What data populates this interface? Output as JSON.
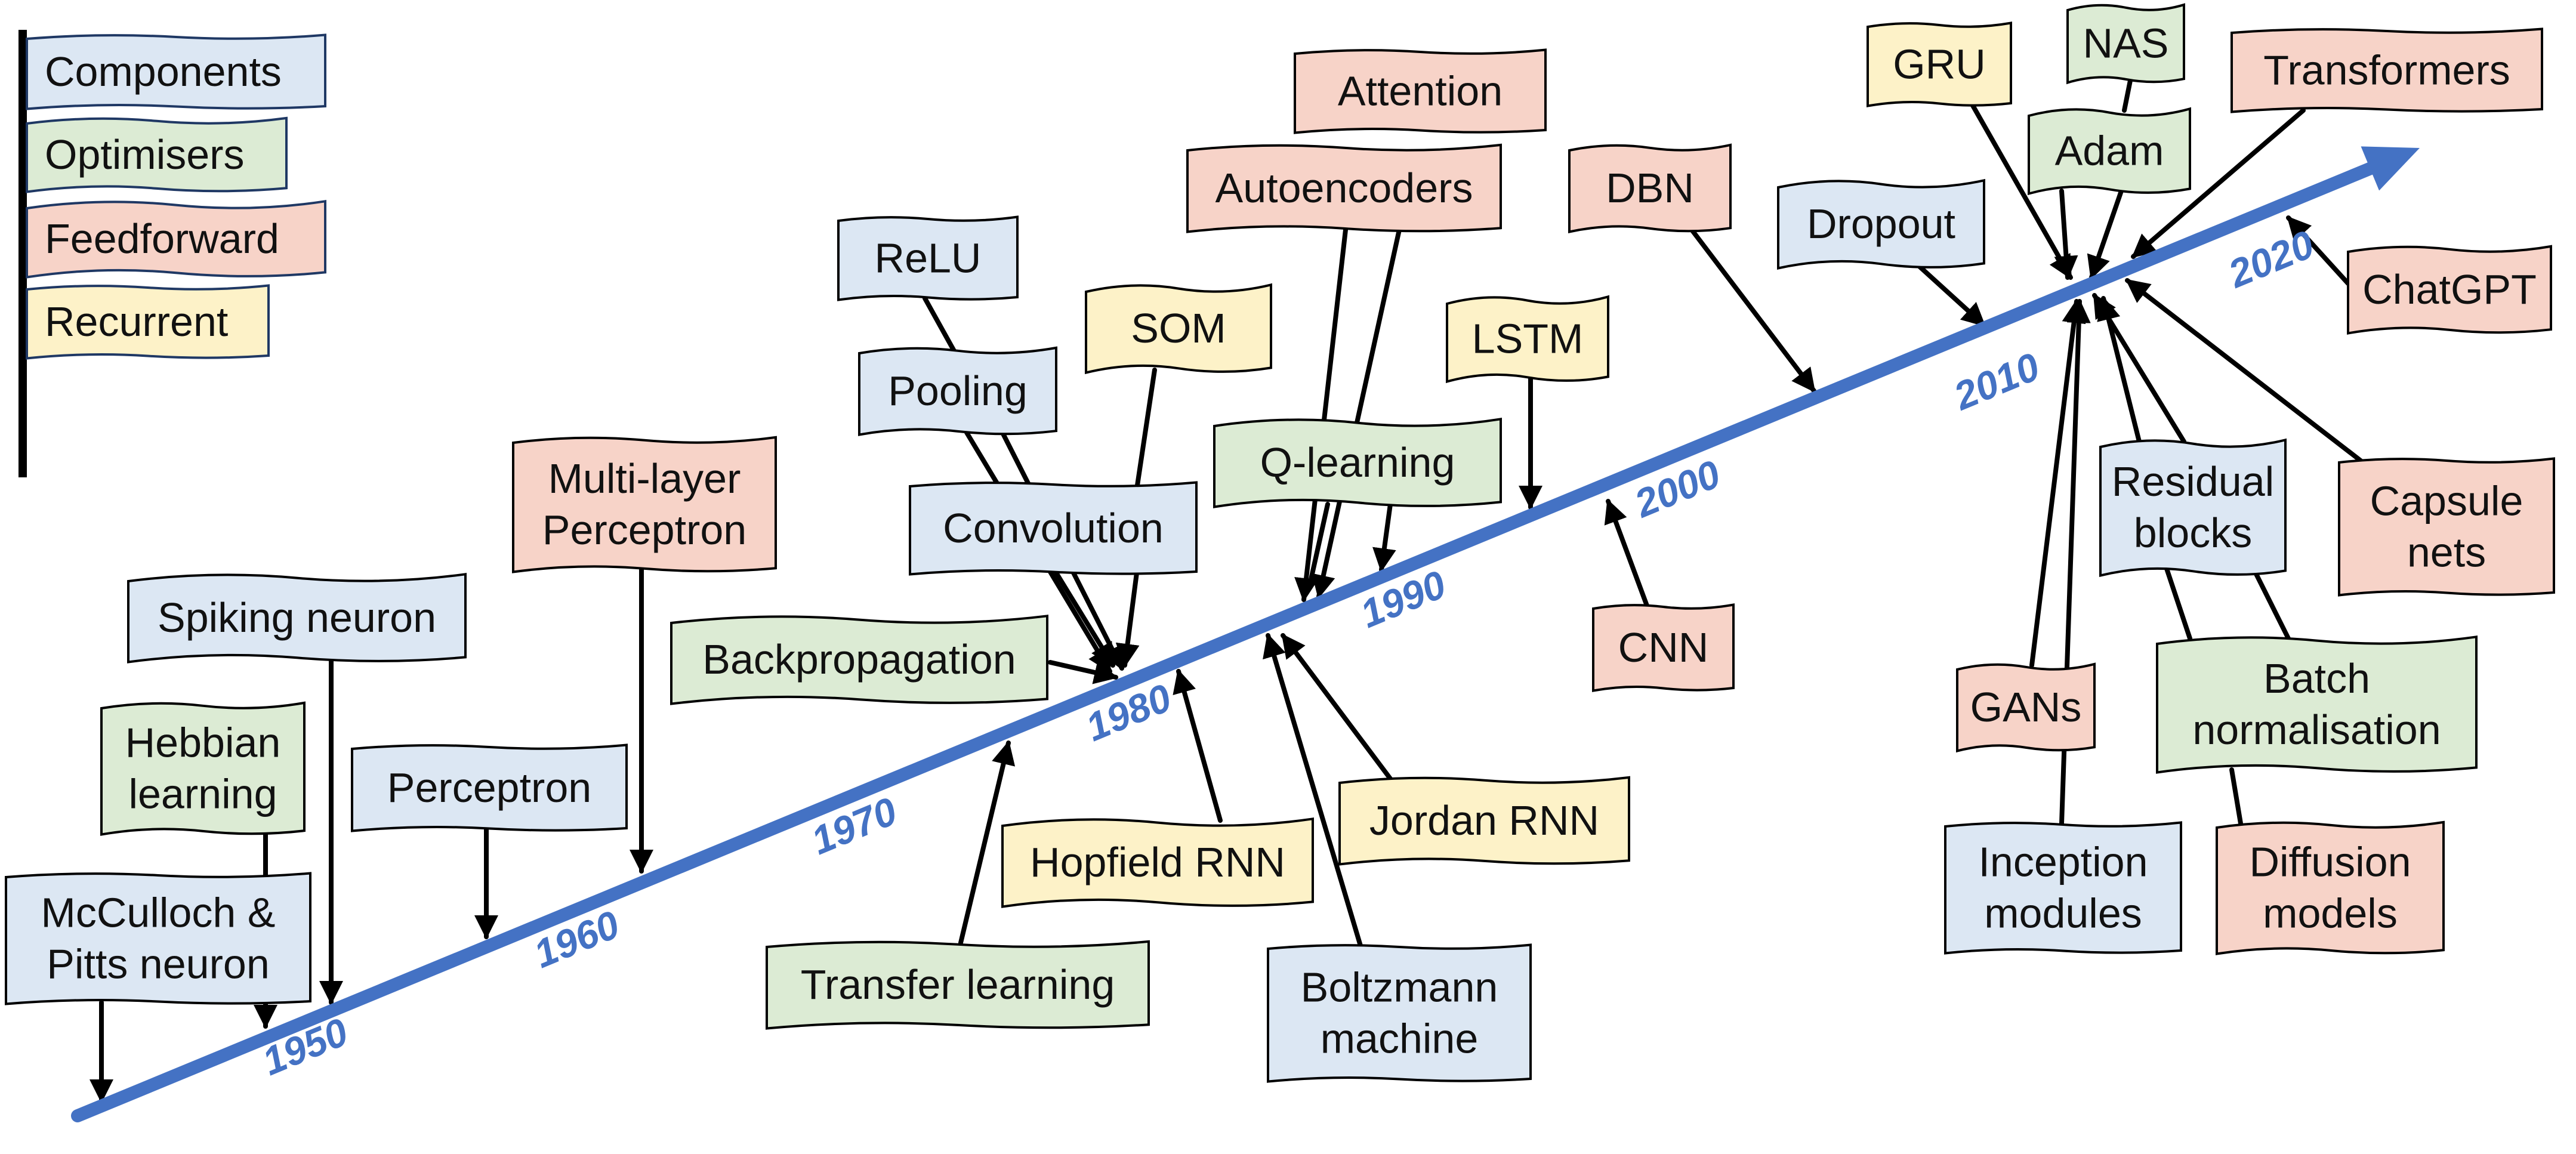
{
  "legend": {
    "items": [
      {
        "label": "Components",
        "category": "components"
      },
      {
        "label": "Optimisers",
        "category": "optimisers"
      },
      {
        "label": "Feedforward",
        "category": "feedforward"
      },
      {
        "label": "Recurrent",
        "category": "recurrent"
      }
    ]
  },
  "palette": {
    "components": "#dce7f3",
    "optimisers": "#dcebd4",
    "feedforward": "#f7d3c8",
    "recurrent": "#fdf2c8",
    "timeline": "#4472C4",
    "outline": "#1f3864",
    "text": "#111111"
  },
  "timeline": {
    "years": [
      "1950",
      "1960",
      "1970",
      "1980",
      "1990",
      "2000",
      "2010",
      "2020"
    ]
  },
  "concepts": [
    {
      "id": "mcculloch-pitts-neuron",
      "label": [
        "McCulloch &",
        "Pitts neuron"
      ],
      "category": "components"
    },
    {
      "id": "hebbian-learning",
      "label": [
        "Hebbian",
        "learning"
      ],
      "category": "optimisers"
    },
    {
      "id": "spiking-neuron",
      "label": [
        "Spiking neuron"
      ],
      "category": "components"
    },
    {
      "id": "perceptron",
      "label": [
        "Perceptron"
      ],
      "category": "components"
    },
    {
      "id": "multi-layer-perceptron",
      "label": [
        "Multi-layer",
        "Perceptron"
      ],
      "category": "feedforward"
    },
    {
      "id": "backpropagation",
      "label": [
        "Backpropagation"
      ],
      "category": "optimisers"
    },
    {
      "id": "relu",
      "label": [
        "ReLU"
      ],
      "category": "components"
    },
    {
      "id": "pooling",
      "label": [
        "Pooling"
      ],
      "category": "components"
    },
    {
      "id": "som",
      "label": [
        "SOM"
      ],
      "category": "recurrent"
    },
    {
      "id": "convolution",
      "label": [
        "Convolution"
      ],
      "category": "components"
    },
    {
      "id": "transfer-learning",
      "label": [
        "Transfer learning"
      ],
      "category": "optimisers"
    },
    {
      "id": "hopfield-rnn",
      "label": [
        "Hopfield RNN"
      ],
      "category": "recurrent"
    },
    {
      "id": "attention",
      "label": [
        "Attention"
      ],
      "category": "feedforward"
    },
    {
      "id": "autoencoders",
      "label": [
        "Autoencoders"
      ],
      "category": "feedforward"
    },
    {
      "id": "q-learning",
      "label": [
        "Q-learning"
      ],
      "category": "optimisers"
    },
    {
      "id": "boltzmann-machine",
      "label": [
        "Boltzmann",
        "machine"
      ],
      "category": "components"
    },
    {
      "id": "jordan-rnn",
      "label": [
        "Jordan RNN"
      ],
      "category": "recurrent"
    },
    {
      "id": "lstm",
      "label": [
        "LSTM"
      ],
      "category": "recurrent"
    },
    {
      "id": "cnn",
      "label": [
        "CNN"
      ],
      "category": "feedforward"
    },
    {
      "id": "dbn",
      "label": [
        "DBN"
      ],
      "category": "feedforward"
    },
    {
      "id": "dropout",
      "label": [
        "Dropout"
      ],
      "category": "components"
    },
    {
      "id": "gru",
      "label": [
        "GRU"
      ],
      "category": "recurrent"
    },
    {
      "id": "nas",
      "label": [
        "NAS"
      ],
      "category": "optimisers"
    },
    {
      "id": "adam",
      "label": [
        "Adam"
      ],
      "category": "optimisers"
    },
    {
      "id": "transformers",
      "label": [
        "Transformers"
      ],
      "category": "feedforward"
    },
    {
      "id": "chatgpt",
      "label": [
        "ChatGPT"
      ],
      "category": "feedforward"
    },
    {
      "id": "residual-blocks",
      "label": [
        "Residual",
        "blocks"
      ],
      "category": "components"
    },
    {
      "id": "capsule-nets",
      "label": [
        "Capsule",
        "nets"
      ],
      "category": "feedforward"
    },
    {
      "id": "gans",
      "label": [
        "GANs"
      ],
      "category": "feedforward"
    },
    {
      "id": "batch-normalisation",
      "label": [
        "Batch",
        "normalisation"
      ],
      "category": "optimisers"
    },
    {
      "id": "inception-modules",
      "label": [
        "Inception",
        "modules"
      ],
      "category": "components"
    },
    {
      "id": "diffusion-models",
      "label": [
        "Diffusion",
        "models"
      ],
      "category": "feedforward"
    }
  ]
}
